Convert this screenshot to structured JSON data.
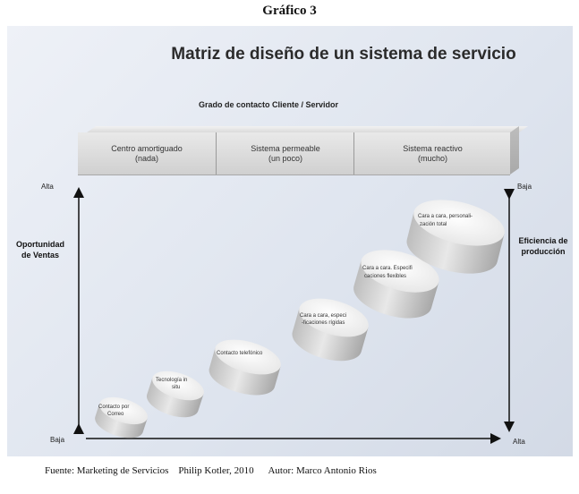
{
  "figure_title": "Gráfico 3",
  "title": "Matriz de diseño de un sistema de servicio",
  "band_heading": "Grado de contacto Cliente / Servidor",
  "band_cells": [
    {
      "line1": "Centro amortiguado",
      "line2": "(nada)"
    },
    {
      "line1": "Sistema permeable",
      "line2": "(un poco)"
    },
    {
      "line1": "Sistema reactivo",
      "line2": "(mucho)"
    }
  ],
  "left_axis": {
    "label_line1": "Oportunidad",
    "label_line2": "de Ventas",
    "top": "Alta",
    "bottom": "Baja"
  },
  "right_axis": {
    "label_line1": "Eficiencia de",
    "label_line2": "producción",
    "top": "Baja",
    "bottom": "Alta"
  },
  "cylinders": [
    {
      "lines": [
        "Contacto por",
        "Correo"
      ]
    },
    {
      "lines": [
        "Tecnología in",
        "situ"
      ]
    },
    {
      "lines": [
        "Contacto telefónico"
      ]
    },
    {
      "lines": [
        "Cara a cara, especi",
        "-ficaciones rígidas"
      ]
    },
    {
      "lines": [
        "Cara a cara. Especifi",
        "caciones flexibles"
      ]
    },
    {
      "lines": [
        "Cara a cara, personali-",
        "zación total"
      ]
    }
  ],
  "source": "Fuente: Marketing de Servicios    Philip Kotler, 2010      Autor: Marco Antonio Rios"
}
